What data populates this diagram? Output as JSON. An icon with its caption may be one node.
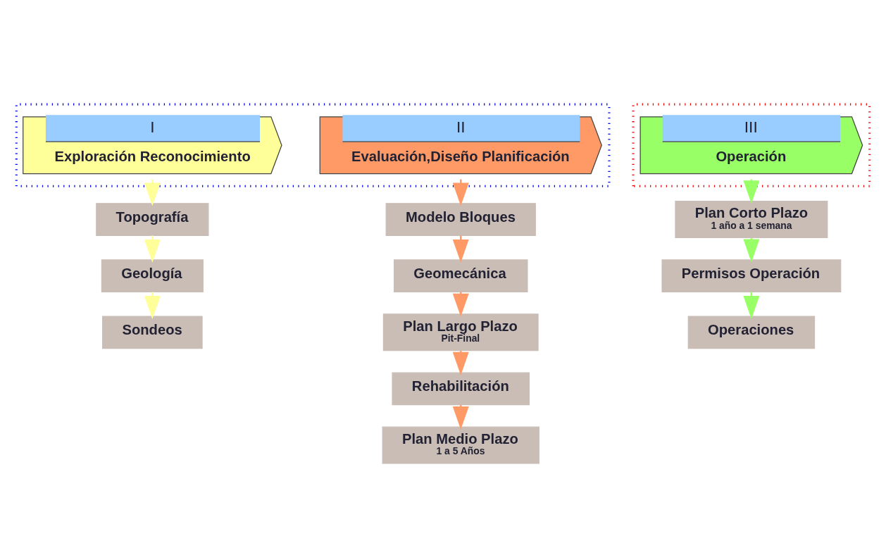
{
  "diagram": {
    "nodes": [
      {
        "text": [],
        "shape": "box"
      },
      {
        "text": [
          "I",
          "Exploración Reconocimiento"
        ],
        "in": 0
      },
      {
        "text": [
          "II",
          "Evaluación,Diseño Planificación"
        ],
        "in": 0
      },
      {
        "text": [],
        "shape": "box"
      },
      {
        "text": [
          "III",
          "Operación"
        ],
        "in": 3
      },
      {
        "text": [
          "Topografía"
        ]
      },
      {
        "text": [
          "Geología"
        ]
      },
      {
        "text": [
          "Sondeos"
        ]
      },
      {
        "text": [
          "Modelo Bloques"
        ]
      },
      {
        "text": [
          "Geomecánica"
        ]
      },
      {
        "text": [
          "Plan Largo Plazo",
          "Pit-Final"
        ]
      },
      {
        "text": [
          "Rehabilitación"
        ]
      },
      {
        "text": [
          "Plan Medio Plazo",
          "1 a 5 Años"
        ]
      },
      {
        "text": [
          "Plan Corto Plazo",
          "1 año a 1 semana"
        ]
      },
      {
        "text": [
          "Permisos Operación"
        ]
      },
      {
        "text": [
          "Operaciones"
        ]
      }
    ],
    "edges": [
      {
        "from": 1,
        "to": 5,
        "arrow": "to",
        "color": "#ffff99"
      },
      {
        "from": 5,
        "to": 6,
        "arrow": "to",
        "color": "#ffff99"
      },
      {
        "from": 6,
        "to": 7,
        "arrow": "to",
        "color": "#ffff99"
      },
      {
        "from": 2,
        "to": 8,
        "arrow": "to"
      },
      {
        "from": 8,
        "to": 9,
        "arrow": "to"
      },
      {
        "from": 9,
        "to": 10,
        "arrow": "to"
      },
      {
        "from": 10,
        "to": 11,
        "arrow": "to"
      },
      {
        "from": 11,
        "to": 12,
        "arrow": "to"
      },
      {
        "from": 4,
        "to": 13,
        "arrow": "to",
        "color": "#99ff66"
      },
      {
        "from": 13,
        "to": 14,
        "arrow": "to",
        "color": "#99ff66"
      },
      {
        "from": 14,
        "to": 15,
        "arrow": "to",
        "color": "#99ff66"
      }
    ]
  }
}
